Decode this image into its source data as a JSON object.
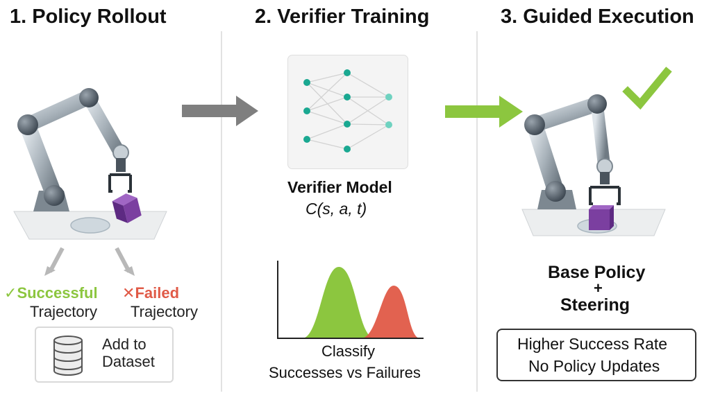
{
  "sections": [
    {
      "title": "1. Policy Rollout"
    },
    {
      "title": "2. Verifier Training"
    },
    {
      "title": "3. Guided Execution"
    }
  ],
  "rollout": {
    "success_label": "Successful",
    "failed_label": "Failed",
    "success_sub": "Trajectory",
    "failed_sub": "Trajectory",
    "dataset_line1": "Add to",
    "dataset_line2": "Dataset",
    "check_glyph": "✓",
    "cross_glyph": "✕"
  },
  "verifier": {
    "model_label": "Verifier Model",
    "formula": "C(s, a, t)",
    "classify_line1": "Classify",
    "classify_line2": "Successes vs Failures"
  },
  "execution": {
    "policy_line1": "Base Policy",
    "policy_plus": "+",
    "policy_line2": "Steering",
    "result_line1": "Higher Success Rate",
    "result_line2": "No Policy Updates"
  },
  "colors": {
    "success": "#8cc63f",
    "failed": "#e05a47",
    "node": "#1aa891",
    "arrow_gray": "#7f7f7f",
    "arrow_green": "#8cc63f",
    "cube": "#7b3fa0"
  }
}
